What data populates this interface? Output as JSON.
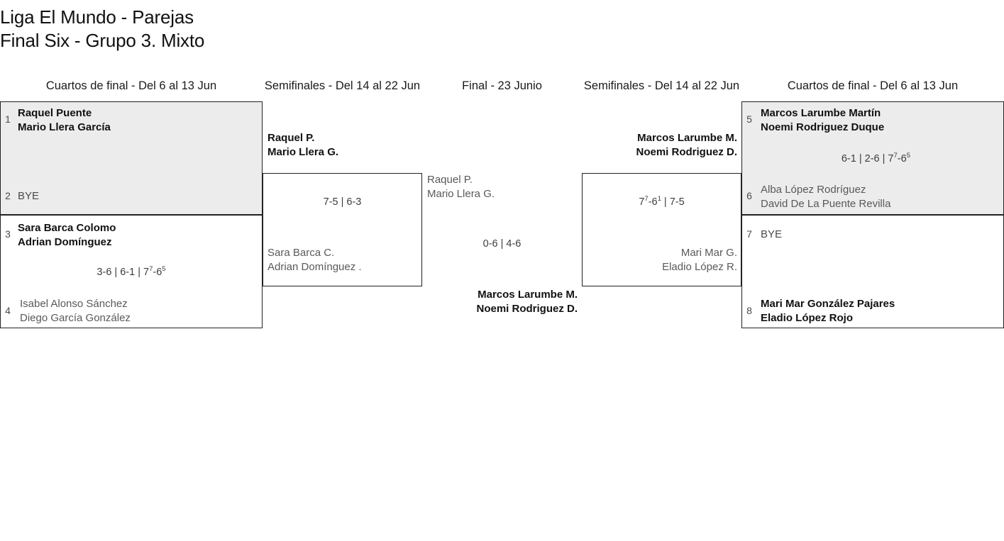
{
  "title": "Liga El Mundo - Parejas\nFinal Six - Grupo 3. Mixto",
  "colors": {
    "shaded_row": "#ececec",
    "winner_text": "#111111",
    "loser_text": "#595959",
    "border": "#222222"
  },
  "headers": {
    "qf_left": "Cuartos de final - Del 6 al 13 Jun",
    "sf_left": "Semifinales - Del 14 al 22 Jun",
    "final": "Final - 23 Junio",
    "sf_right": "Semifinales - Del 14 al 22 Jun",
    "qf_right": "Cuartos de final - Del 6 al 13 Jun"
  },
  "bracket": {
    "qf_left": [
      {
        "shaded": true,
        "top": {
          "seed": "1",
          "name": "Raquel Puente\nMario Llera García",
          "status": "winner"
        },
        "bottom": {
          "seed": "2",
          "name": "BYE",
          "status": "bye"
        },
        "score": ""
      },
      {
        "shaded": false,
        "top": {
          "seed": "3",
          "name": "Sara Barca Colomo\nAdrian Domínguez",
          "status": "winner"
        },
        "bottom": {
          "seed": "4",
          "name": "Isabel Alonso Sánchez\nDiego García González",
          "status": "loser"
        },
        "score": "3-6 | 6-1 | 7<sup>7</sup>-6<sup>5</sup>"
      }
    ],
    "sf_left": {
      "top": {
        "name": "Raquel P.\nMario Llera G.",
        "status": "winner"
      },
      "bottom": {
        "name": "Sara Barca C.\nAdrian Domínguez .",
        "status": "loser"
      },
      "score": "7-5 | 6-3"
    },
    "final": {
      "top": {
        "name": "Raquel P.\nMario Llera G.",
        "status": "loser"
      },
      "bottom": {
        "name": "Marcos Larumbe M.\nNoemi Rodriguez D.",
        "status": "winner"
      },
      "score": "0-6 | 4-6"
    },
    "sf_right": {
      "top": {
        "name": "Marcos Larumbe M.\nNoemi Rodriguez D.",
        "status": "winner"
      },
      "bottom": {
        "name": "Mari Mar G.\nEladio López R.",
        "status": "loser"
      },
      "score": "7<sup>7</sup>-6<sup>1</sup> | 7-5"
    },
    "qf_right": [
      {
        "shaded": true,
        "top": {
          "seed": "5",
          "name": "Marcos Larumbe Martín\nNoemi Rodriguez Duque",
          "status": "winner"
        },
        "bottom": {
          "seed": "6",
          "name": "Alba López Rodríguez\nDavid De La Puente Revilla",
          "status": "loser"
        },
        "score": "6-1 | 2-6 | 7<sup>7</sup>-6<sup>5</sup>"
      },
      {
        "shaded": false,
        "top": {
          "seed": "7",
          "name": "BYE",
          "status": "bye"
        },
        "bottom": {
          "seed": "8",
          "name": "Mari Mar González Pajares\nEladio López Rojo",
          "status": "winner"
        },
        "score": ""
      }
    ]
  }
}
